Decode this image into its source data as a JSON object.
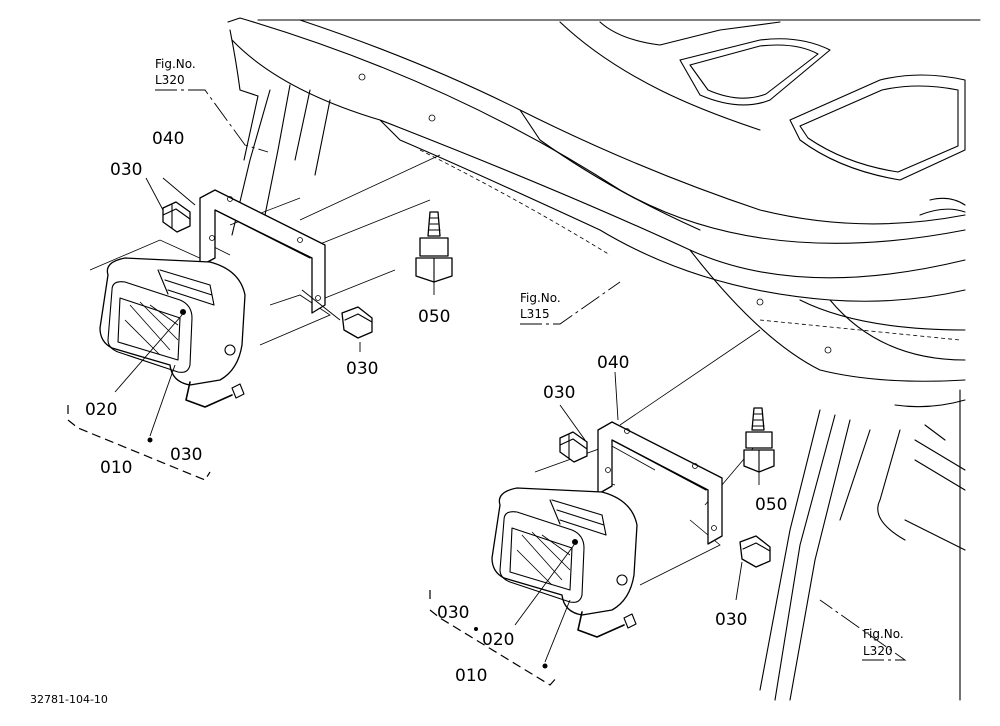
{
  "labels": {
    "l_040_a": "040",
    "l_030_a": "030",
    "l_030_b": "030",
    "l_050_a": "050",
    "l_020_a": "020",
    "l_010_a": "010",
    "l_030_c": "030",
    "l_040_b": "040",
    "l_030_d": "030",
    "l_050_b": "050",
    "l_030_e": "030",
    "l_030_f": "030",
    "l_020_b": "020",
    "l_010_b": "010"
  },
  "figrefs": {
    "fig_top_line1": "Fig.No.",
    "fig_top_line2": "L320",
    "fig_mid_line1": "Fig.No.",
    "fig_mid_line2": "L315",
    "fig_bot_line1": "Fig.No.",
    "fig_bot_line2": "L320"
  },
  "drawing_code": "32781-104-10"
}
